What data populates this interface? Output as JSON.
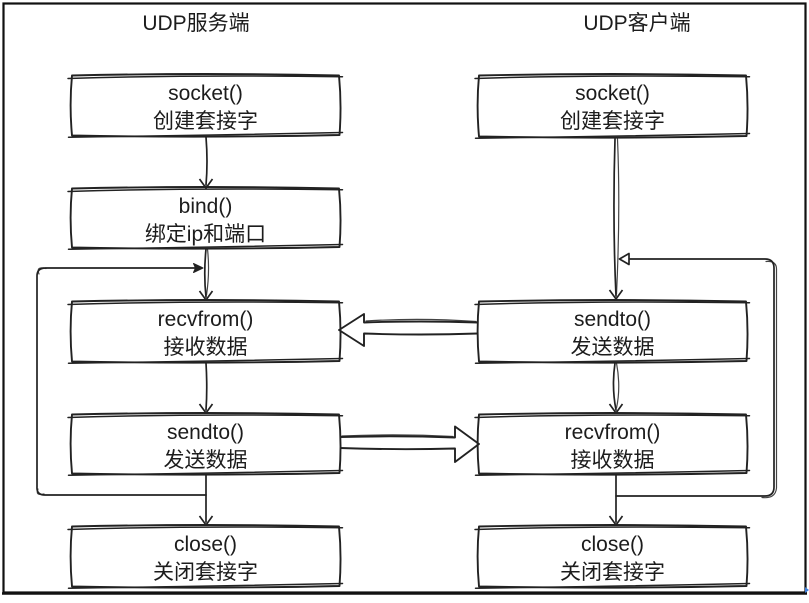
{
  "page": {
    "background": "#ffffff",
    "ink": "#222222",
    "text_color": "#1c1c1c",
    "artifact_color": "#3b7dd8"
  },
  "server": {
    "title": "UDP服务端",
    "boxes": [
      {
        "fn": "socket()",
        "desc": "创建套接字"
      },
      {
        "fn": "bind()",
        "desc": "绑定ip和端口"
      },
      {
        "fn": "recvfrom()",
        "desc": "接收数据"
      },
      {
        "fn": "sendto()",
        "desc": "发送数据"
      },
      {
        "fn": "close()",
        "desc": "关闭套接字"
      }
    ]
  },
  "client": {
    "title": "UDP客户端",
    "boxes": [
      {
        "fn": "socket()",
        "desc": "创建套接字"
      },
      {
        "fn": "sendto()",
        "desc": "发送数据"
      },
      {
        "fn": "recvfrom()",
        "desc": "接收数据"
      },
      {
        "fn": "close()",
        "desc": "关闭套接字"
      }
    ]
  }
}
